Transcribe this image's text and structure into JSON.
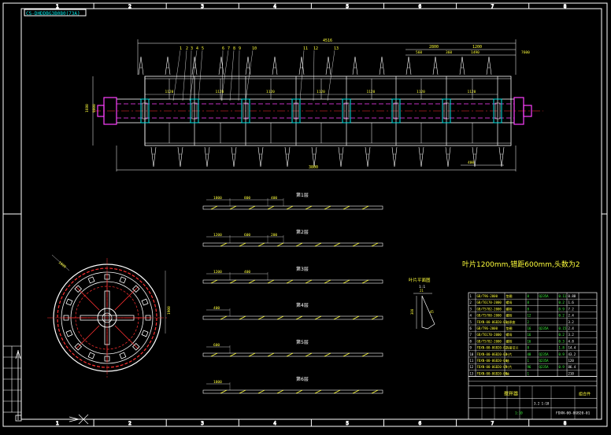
{
  "sheet": {
    "title_tag": "CS-DHDDBG3B0B0(73A)",
    "top_columns": [
      "1",
      "2",
      "3",
      "4",
      "5",
      "6",
      "7",
      "8"
    ],
    "bottom_columns": [
      "1",
      "2",
      "3",
      "4",
      "5",
      "6",
      "7",
      "8"
    ]
  },
  "elevation": {
    "overall_dim": "4516",
    "right_dims": [
      "2800",
      "1200",
      "560",
      "360",
      "1490",
      "7600"
    ],
    "shaft_dims": [
      "1120",
      "1120",
      "1120",
      "1120",
      "1120",
      "1120",
      "1120"
    ],
    "left_dims": [
      "1680",
      "9800"
    ],
    "bottom_dim": "3800",
    "bottom_right_dim": "400",
    "part_marks": [
      "1",
      "2",
      "3",
      "4",
      "5",
      "6",
      "7",
      "8",
      "9",
      "10",
      "11",
      "12",
      "13"
    ]
  },
  "layers": {
    "labels": [
      "第1层",
      "第2层",
      "第3层",
      "第4层",
      "第5层",
      "第6层"
    ],
    "dims": [
      [
        "1800",
        "800",
        "400"
      ],
      [
        "1200",
        "600",
        "200"
      ],
      [
        "1200",
        "400"
      ],
      [
        "400"
      ],
      [
        "600"
      ],
      [
        "1800"
      ]
    ]
  },
  "note": "叶片1200mm,错距600mm,头数为2",
  "detail": {
    "title": "叶片平面图",
    "scale": "1:1",
    "dims": [
      "21",
      "300",
      "45"
    ]
  },
  "section_view": {
    "dim_left": "1600",
    "dim_right": "1900"
  },
  "bom": {
    "rows": [
      [
        "1",
        "GB/T96-2000",
        "垫圈",
        "8",
        "Q235A",
        "0.11",
        "0.88"
      ],
      [
        "2",
        "GB/T6170-2000",
        "螺母",
        "8",
        "",
        "0.2",
        "1.6"
      ],
      [
        "3",
        "GB/T5782-2000",
        "螺栓",
        "8",
        "",
        "0.9",
        "7.2"
      ],
      [
        "4",
        "GB/T5780-2000",
        "螺栓",
        "12",
        "",
        "0.2",
        "2.4"
      ],
      [
        "5",
        "FDXN-00-0GB20-01",
        "轴承座",
        "2",
        "",
        "",
        "3.2"
      ],
      [
        "6",
        "GB/T96-2000",
        "垫圈",
        "16",
        "Q235A",
        "0.15",
        "2.4"
      ],
      [
        "7",
        "GB/T6170-2000",
        "螺母",
        "16",
        "",
        "0.2",
        "3.2"
      ],
      [
        "8",
        "GB/T5782-2000",
        "螺栓",
        "16",
        "",
        "0.3",
        "4.8"
      ],
      [
        "9",
        "FDXN-00-0GB20-02",
        "连接法兰",
        "8",
        "",
        "1.8",
        "14.4"
      ],
      [
        "10",
        "FDXN-00-0GB20-03",
        "叶片",
        "48",
        "Q235A",
        "0.9",
        "43.2"
      ],
      [
        "11",
        "FDXN-00-0GB20-04",
        "轴",
        "1",
        "Q235A",
        "",
        "120"
      ],
      [
        "12",
        "FDXN-00-0GB20-05",
        "叶片",
        "96",
        "Q235A",
        "0.9",
        "86.4"
      ],
      [
        "13",
        "FDXN-00-0GB20-06",
        "轴",
        "1",
        "",
        "",
        "210"
      ]
    ],
    "footer_title": "搅拌器",
    "drawing_no": "FDXN-00-0GB20-01",
    "material": "组合件",
    "scale": "1:10",
    "weight": "3.2 1:18"
  },
  "colors": {
    "background": "#000000",
    "frame": "#ffffff",
    "cyan": "#00e5e5",
    "magenta": "#ff40ff",
    "yellow": "#ffff3c",
    "red": "#ff3030",
    "green": "#40ff40"
  },
  "icons": {
    "ucs": "ucs-icon",
    "axis": "axis-crosshair-icon"
  }
}
